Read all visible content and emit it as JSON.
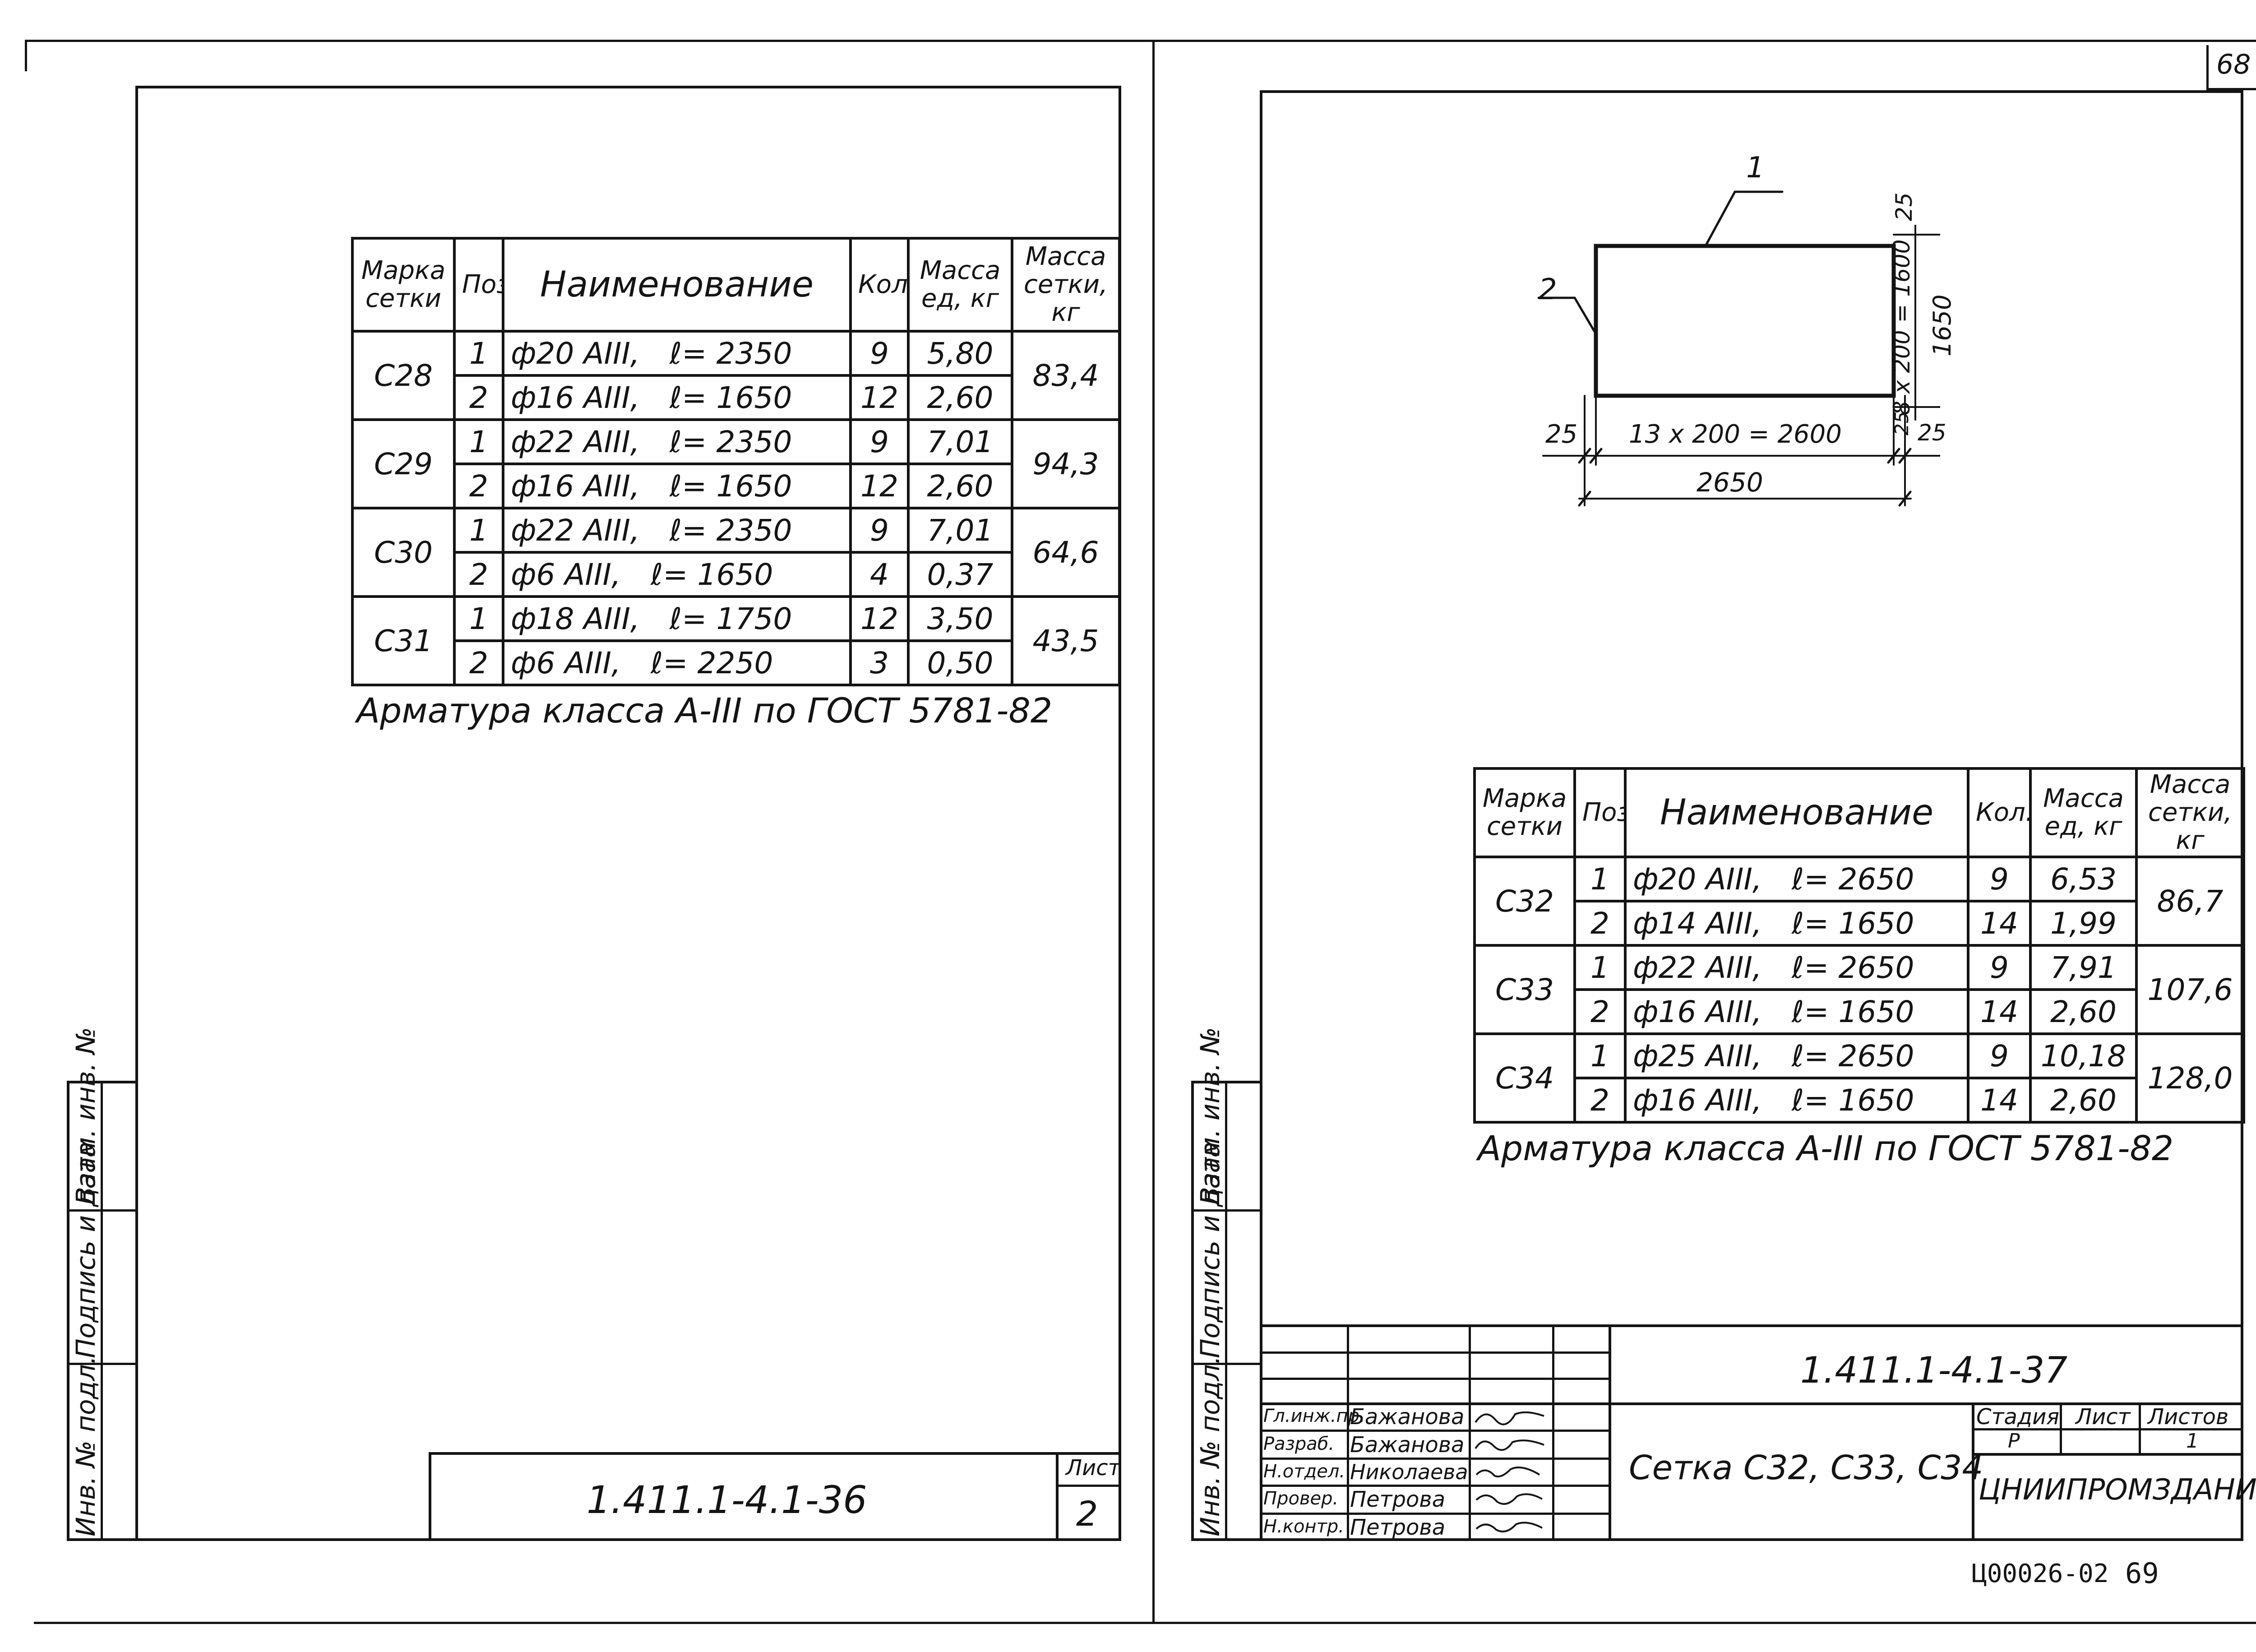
{
  "sheet_number_top": "68",
  "left_page": {
    "table": {
      "headers": [
        "Марка сетки",
        "Поз.",
        "Наименование",
        "Кол.",
        "Масса ед, кг",
        "Масса сетки, кг"
      ],
      "groups": [
        {
          "mark": "С28",
          "mass_total": "83,4",
          "rows": [
            {
              "pos": "1",
              "name": "ф20 АIII,",
              "length": "ℓ= 2350",
              "qty": "9",
              "mass": "5,80"
            },
            {
              "pos": "2",
              "name": "ф16 АIII,",
              "length": "ℓ= 1650",
              "qty": "12",
              "mass": "2,60"
            }
          ]
        },
        {
          "mark": "С29",
          "mass_total": "94,3",
          "rows": [
            {
              "pos": "1",
              "name": "ф22 АIII,",
              "length": "ℓ= 2350",
              "qty": "9",
              "mass": "7,01"
            },
            {
              "pos": "2",
              "name": "ф16 АIII,",
              "length": "ℓ= 1650",
              "qty": "12",
              "mass": "2,60"
            }
          ]
        },
        {
          "mark": "С30",
          "mass_total": "64,6",
          "rows": [
            {
              "pos": "1",
              "name": "ф22 АIII,",
              "length": "ℓ= 2350",
              "qty": "9",
              "mass": "7,01"
            },
            {
              "pos": "2",
              "name": "ф6 АIII,",
              "length": "ℓ= 1650",
              "qty": "4",
              "mass": "0,37"
            }
          ]
        },
        {
          "mark": "С31",
          "mass_total": "43,5",
          "rows": [
            {
              "pos": "1",
              "name": "ф18 АIII,",
              "length": "ℓ= 1750",
              "qty": "12",
              "mass": "3,50"
            },
            {
              "pos": "2",
              "name": "ф6 АIII,",
              "length": "ℓ= 2250",
              "qty": "3",
              "mass": "0,50"
            }
          ]
        }
      ]
    },
    "note": "Арматура класса А-III по ГОСТ 5781-82",
    "stamp_code": "1.411.1-4.1-36",
    "stamp_sheet_label": "Лист",
    "stamp_sheet_no": "2"
  },
  "right_page": {
    "drawing": {
      "leader_1": "1",
      "leader_2": "2",
      "dim_left": "25",
      "dim_bottom_inner": "13 x 200 = 2600",
      "dim_right_small": "25",
      "dim_bottom_total": "2650",
      "dim_top_right": "25",
      "dim_vertical_inner": "8 x 200 = 1600",
      "dim_vertical_total": "1650",
      "dim_vertical_small": "25"
    },
    "table": {
      "headers": [
        "Марка сетки",
        "Поз.",
        "Наименование",
        "Кол.",
        "Масса ед, кг",
        "Масса сетки, кг"
      ],
      "groups": [
        {
          "mark": "С32",
          "mass_total": "86,7",
          "rows": [
            {
              "pos": "1",
              "name": "ф20 АIII,",
              "length": "ℓ= 2650",
              "qty": "9",
              "mass": "6,53"
            },
            {
              "pos": "2",
              "name": "ф14 АIII,",
              "length": "ℓ= 1650",
              "qty": "14",
              "mass": "1,99"
            }
          ]
        },
        {
          "mark": "С33",
          "mass_total": "107,6",
          "rows": [
            {
              "pos": "1",
              "name": "ф22 АIII,",
              "length": "ℓ= 2650",
              "qty": "9",
              "mass": "7,91"
            },
            {
              "pos": "2",
              "name": "ф16 АIII,",
              "length": "ℓ= 1650",
              "qty": "14",
              "mass": "2,60"
            }
          ]
        },
        {
          "mark": "С34",
          "mass_total": "128,0",
          "rows": [
            {
              "pos": "1",
              "name": "ф25 АIII,",
              "length": "ℓ= 2650",
              "qty": "9",
              "mass": "10,18"
            },
            {
              "pos": "2",
              "name": "ф16 АIII,",
              "length": "ℓ= 1650",
              "qty": "14",
              "mass": "2,60"
            }
          ]
        }
      ]
    },
    "note": "Арматура класса А-III по ГОСТ 5781-82",
    "title_block": {
      "code": "1.411.1-4.1-37",
      "title": "Сетка С32, С33, С34",
      "stage_label": "Стадия",
      "sheet_label": "Лист",
      "sheets_label": "Листов",
      "stage": "Р",
      "sheets": "1",
      "org": "ЦНИИПРОМЗДАНИЙ",
      "roles": [
        {
          "role": "Гл.инж.пр.",
          "name": "Бажанова"
        },
        {
          "role": "Разраб.",
          "name": "Бажанова"
        },
        {
          "role": "Н.отдел.",
          "name": "Николаева"
        },
        {
          "role": "Провер.",
          "name": "Петрова"
        },
        {
          "role": "Н.контр.",
          "name": "Петрова"
        }
      ]
    }
  },
  "side_stamp": {
    "inv_no": "Инв. № подл.",
    "sign_date": "Подпись и дата",
    "replace_inv": "Взам. инв. №"
  },
  "footer": {
    "archive_code": "Ц00026-02",
    "page_no": "69"
  }
}
